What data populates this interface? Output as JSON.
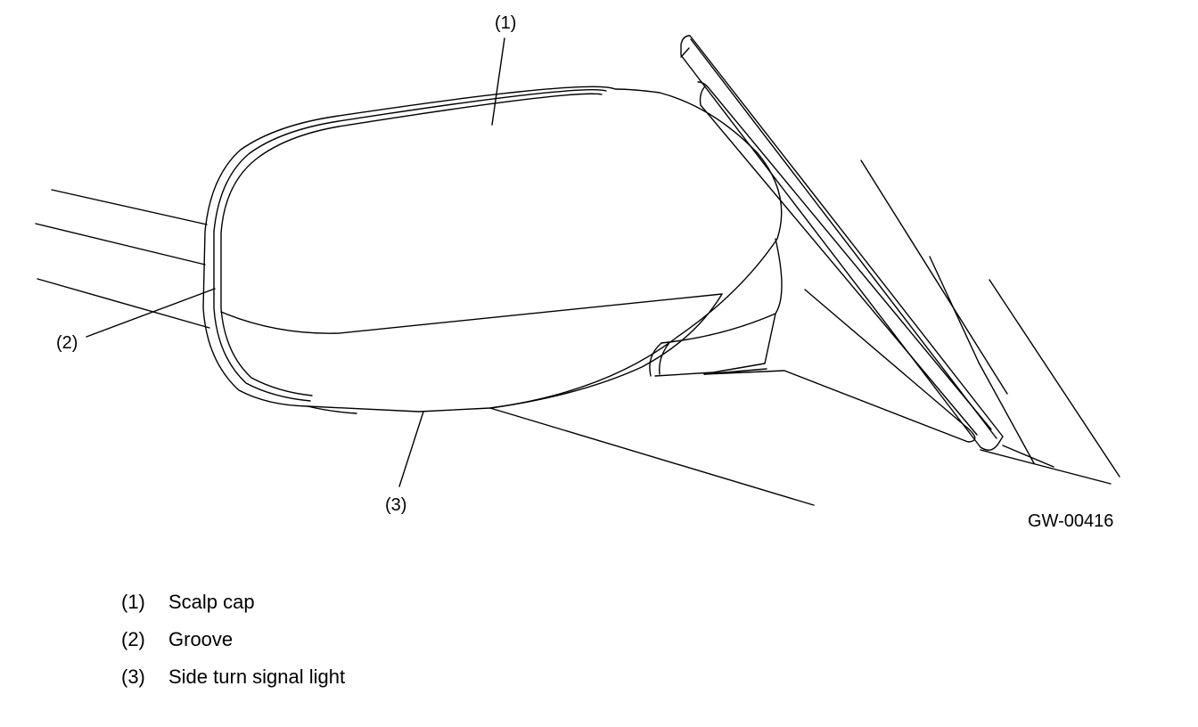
{
  "figure": {
    "id": "GW-00416",
    "callouts": [
      {
        "num": "(1)"
      },
      {
        "num": "(2)"
      },
      {
        "num": "(3)"
      }
    ]
  },
  "legend": [
    {
      "num": "(1)",
      "label": "Scalp cap"
    },
    {
      "num": "(2)",
      "label": "Groove"
    },
    {
      "num": "(3)",
      "label": "Side turn signal light"
    }
  ]
}
